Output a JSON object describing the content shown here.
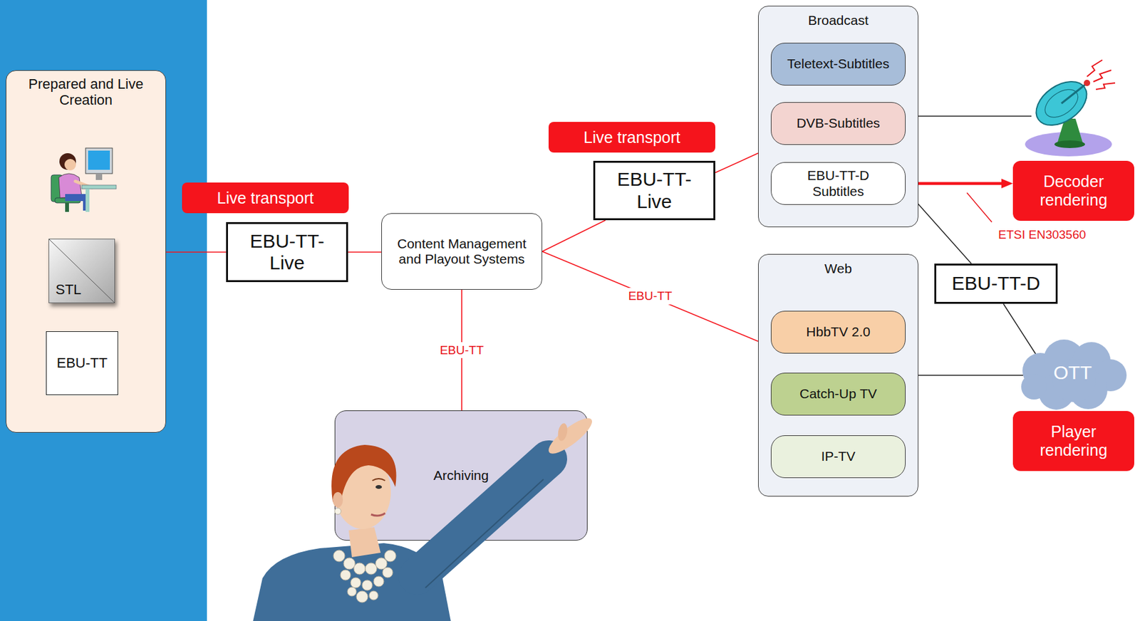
{
  "diagram": {
    "nodes": [
      {
        "text": [
          "Prepared and Live Creation"
        ]
      },
      {
        "text": [
          "STL"
        ],
        "in": 0
      },
      {
        "text": [
          "EBU-TT"
        ],
        "in": 0
      },
      {
        "text": [
          "Live transport"
        ]
      },
      {
        "text": [
          "EBU-TT-Live"
        ]
      },
      {
        "text": [
          "Content Management and Playout Systems"
        ]
      },
      {
        "text": [
          "Live transport"
        ]
      },
      {
        "text": [
          "EBU-TT-Live"
        ]
      },
      {
        "text": [
          "Broadcast"
        ]
      },
      {
        "text": [
          "Teletext-Subtitles"
        ],
        "in": 8
      },
      {
        "text": [
          "DVB-Subtitles"
        ],
        "in": 8
      },
      {
        "text": [
          "EBU-TT-D Subtitles"
        ],
        "in": 8
      },
      {
        "text": [
          "Decoder rendering"
        ]
      },
      {
        "text": [
          "Web"
        ]
      },
      {
        "text": [
          "HbbTV 2.0"
        ],
        "in": 13
      },
      {
        "text": [
          "Catch-Up TV"
        ],
        "in": 13
      },
      {
        "text": [
          "IP-TV"
        ],
        "in": 13
      },
      {
        "text": [
          "EBU-TT-D"
        ]
      },
      {
        "text": [
          "OTT"
        ]
      },
      {
        "text": [
          "Player rendering"
        ]
      },
      {
        "text": [
          "Archiving"
        ]
      }
    ],
    "edges": [
      {
        "from": 0,
        "to": 4,
        "arrow": "none"
      },
      {
        "from": 4,
        "to": 5,
        "arrow": "none"
      },
      {
        "from": 5,
        "to": 7,
        "arrow": "none"
      },
      {
        "from": 7,
        "to": 8,
        "arrow": "none"
      },
      {
        "from": 5,
        "to": 13,
        "label": "EBU-TT",
        "arrow": "none"
      },
      {
        "from": 5,
        "to": 20,
        "label": "EBU-TT",
        "arrow": "none"
      },
      {
        "from": 11,
        "to": 12,
        "arrow": "to"
      },
      {
        "from": 11,
        "to": 17,
        "arrow": "none"
      },
      {
        "from": 17,
        "to": 18,
        "arrow": "none"
      },
      {
        "from": 13,
        "to": 18,
        "arrow": "none"
      }
    ],
    "labels": [
      "ETSI EN303560"
    ]
  }
}
